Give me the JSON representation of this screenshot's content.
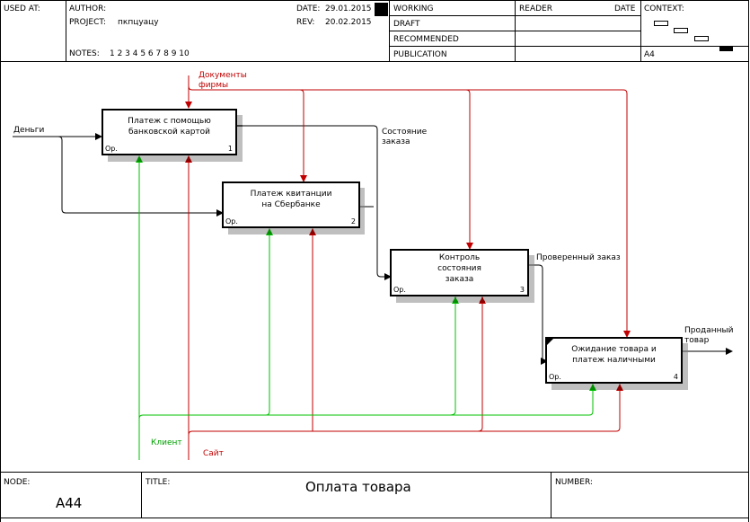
{
  "header": {
    "used_at_label": "USED AT:",
    "author_label": "AUTHOR:",
    "project_label": "PROJECT:",
    "project_value": "пкпцуацу",
    "notes_label": "NOTES:",
    "notes_numbers": "1  2  3  4  5  6  7  8  9  10",
    "date_label": "DATE:",
    "date_value": "29.01.2015",
    "rev_label": "REV:",
    "rev_value": "20.02.2015",
    "statuses": [
      "WORKING",
      "DRAFT",
      "RECOMMENDED",
      "PUBLICATION"
    ],
    "reader_label": "READER",
    "reader_date_label": "DATE",
    "context_label": "CONTEXT:",
    "context_value": "A4"
  },
  "boxes": [
    {
      "label": "Платеж  с помощью\nбанковской картой",
      "op": "Ор.",
      "number": "1"
    },
    {
      "label": "Платеж квитанции\nна Сбербанке",
      "op": "Ор.",
      "number": "2"
    },
    {
      "label": "Контроль\nсостояния\nзаказа",
      "op": "Ор.",
      "number": "3"
    },
    {
      "label": "Ожидание товара и\nплатеж наличными",
      "op": "Ор.",
      "number": "4"
    }
  ],
  "arrow_labels": {
    "money": "Деньги",
    "documents_line1": "Документы",
    "documents_line2": "фирмы",
    "order_state_line1": "Состояние",
    "order_state_line2": "заказа",
    "checked_order": "Проверенный заказ",
    "sold_line1": "Проданный",
    "sold_line2": "товар",
    "client": "Клиент",
    "site": "Сайт"
  },
  "footer": {
    "node_label": "NODE:",
    "node_value": "А44",
    "title_label": "TITLE:",
    "title_value": "Оплата товара",
    "number_label": "NUMBER:"
  },
  "colors": {
    "red_arrow": "#c00000",
    "green_arrow": "#00c000",
    "black_arrow": "#000000"
  }
}
